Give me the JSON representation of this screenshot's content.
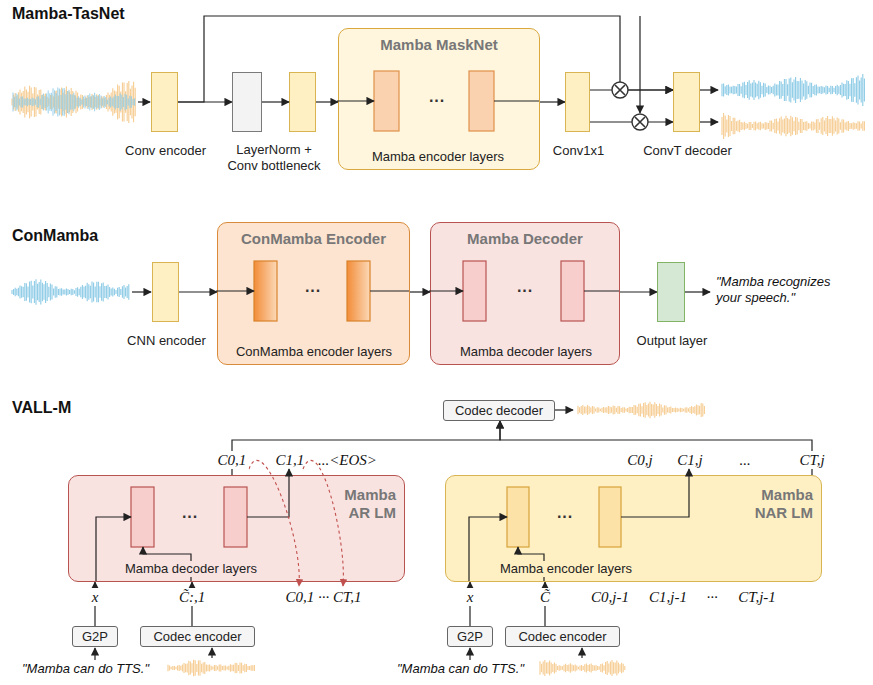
{
  "diagram": {
    "nodes": [
      {
        "text": [
          "Conv encoder"
        ]
      },
      {
        "text": [
          "LayerNorm + Conv bottleneck"
        ]
      },
      {
        "text": [
          "Mamba MaskNet",
          "Mamba encoder layers"
        ]
      },
      {
        "text": [
          "Conv1x1"
        ]
      },
      {
        "text": [
          "ConvT decoder"
        ]
      },
      {
        "text": [
          "CNN encoder"
        ]
      },
      {
        "text": [
          "ConMamba Encoder",
          "ConMamba encoder layers"
        ]
      },
      {
        "text": [
          "Mamba Decoder",
          "Mamba decoder layers"
        ]
      },
      {
        "text": [
          "Output layer"
        ]
      },
      {
        "text": [
          "Codec decoder"
        ]
      },
      {
        "text": [
          "Mamba AR LM",
          "Mamba decoder layers"
        ]
      },
      {
        "text": [
          "G2P"
        ]
      },
      {
        "text": [
          "Codec encoder"
        ]
      },
      {
        "text": [
          "Mamba NAR LM",
          "Mamba encoder layers"
        ]
      },
      {
        "text": [
          "G2P"
        ]
      },
      {
        "text": [
          "Codec encoder"
        ]
      }
    ],
    "edges": [
      {
        "from": 0,
        "to": 1,
        "arrow": "to"
      },
      {
        "from": 1,
        "to": 2,
        "arrow": "to"
      },
      {
        "from": 2,
        "to": 3,
        "arrow": "to"
      },
      {
        "from": 3,
        "to": 4,
        "arrow": "to"
      },
      {
        "from": 3,
        "to": 4,
        "arrow": "to"
      },
      {
        "from": 0,
        "to": 4,
        "arrow": "to"
      },
      {
        "from": 5,
        "to": 6,
        "arrow": "to"
      },
      {
        "from": 6,
        "to": 7,
        "arrow": "to"
      },
      {
        "from": 7,
        "to": 8,
        "arrow": "to"
      },
      {
        "from": 10,
        "to": 9,
        "arrow": "to"
      },
      {
        "from": 11,
        "to": 10,
        "arrow": "to"
      },
      {
        "from": 12,
        "to": 10,
        "arrow": "to"
      },
      {
        "from": 13,
        "to": 9,
        "arrow": "to"
      },
      {
        "from": 14,
        "to": 13,
        "arrow": "to"
      },
      {
        "from": 15,
        "to": 13,
        "arrow": "to"
      }
    ],
    "labels": [
      "Mamba-TasNet",
      "···",
      "ConMamba",
      "···",
      "···",
      "\"Mamba recognizes your speech.\"",
      "VALL-M",
      "C0,1",
      "C1,1",
      "...<EOS>",
      "C0,j",
      "C1,j",
      "...",
      "CT,j",
      "···",
      "x",
      "C̃:,1",
      "C0,1",
      "··· CT,1",
      "···",
      "x",
      "C̃",
      "C0,j-1",
      "C1,j-1",
      "···",
      "CT,j-1",
      "\"Mamba can do TTS.\"",
      "\"Mamba can do TTS.\""
    ]
  }
}
